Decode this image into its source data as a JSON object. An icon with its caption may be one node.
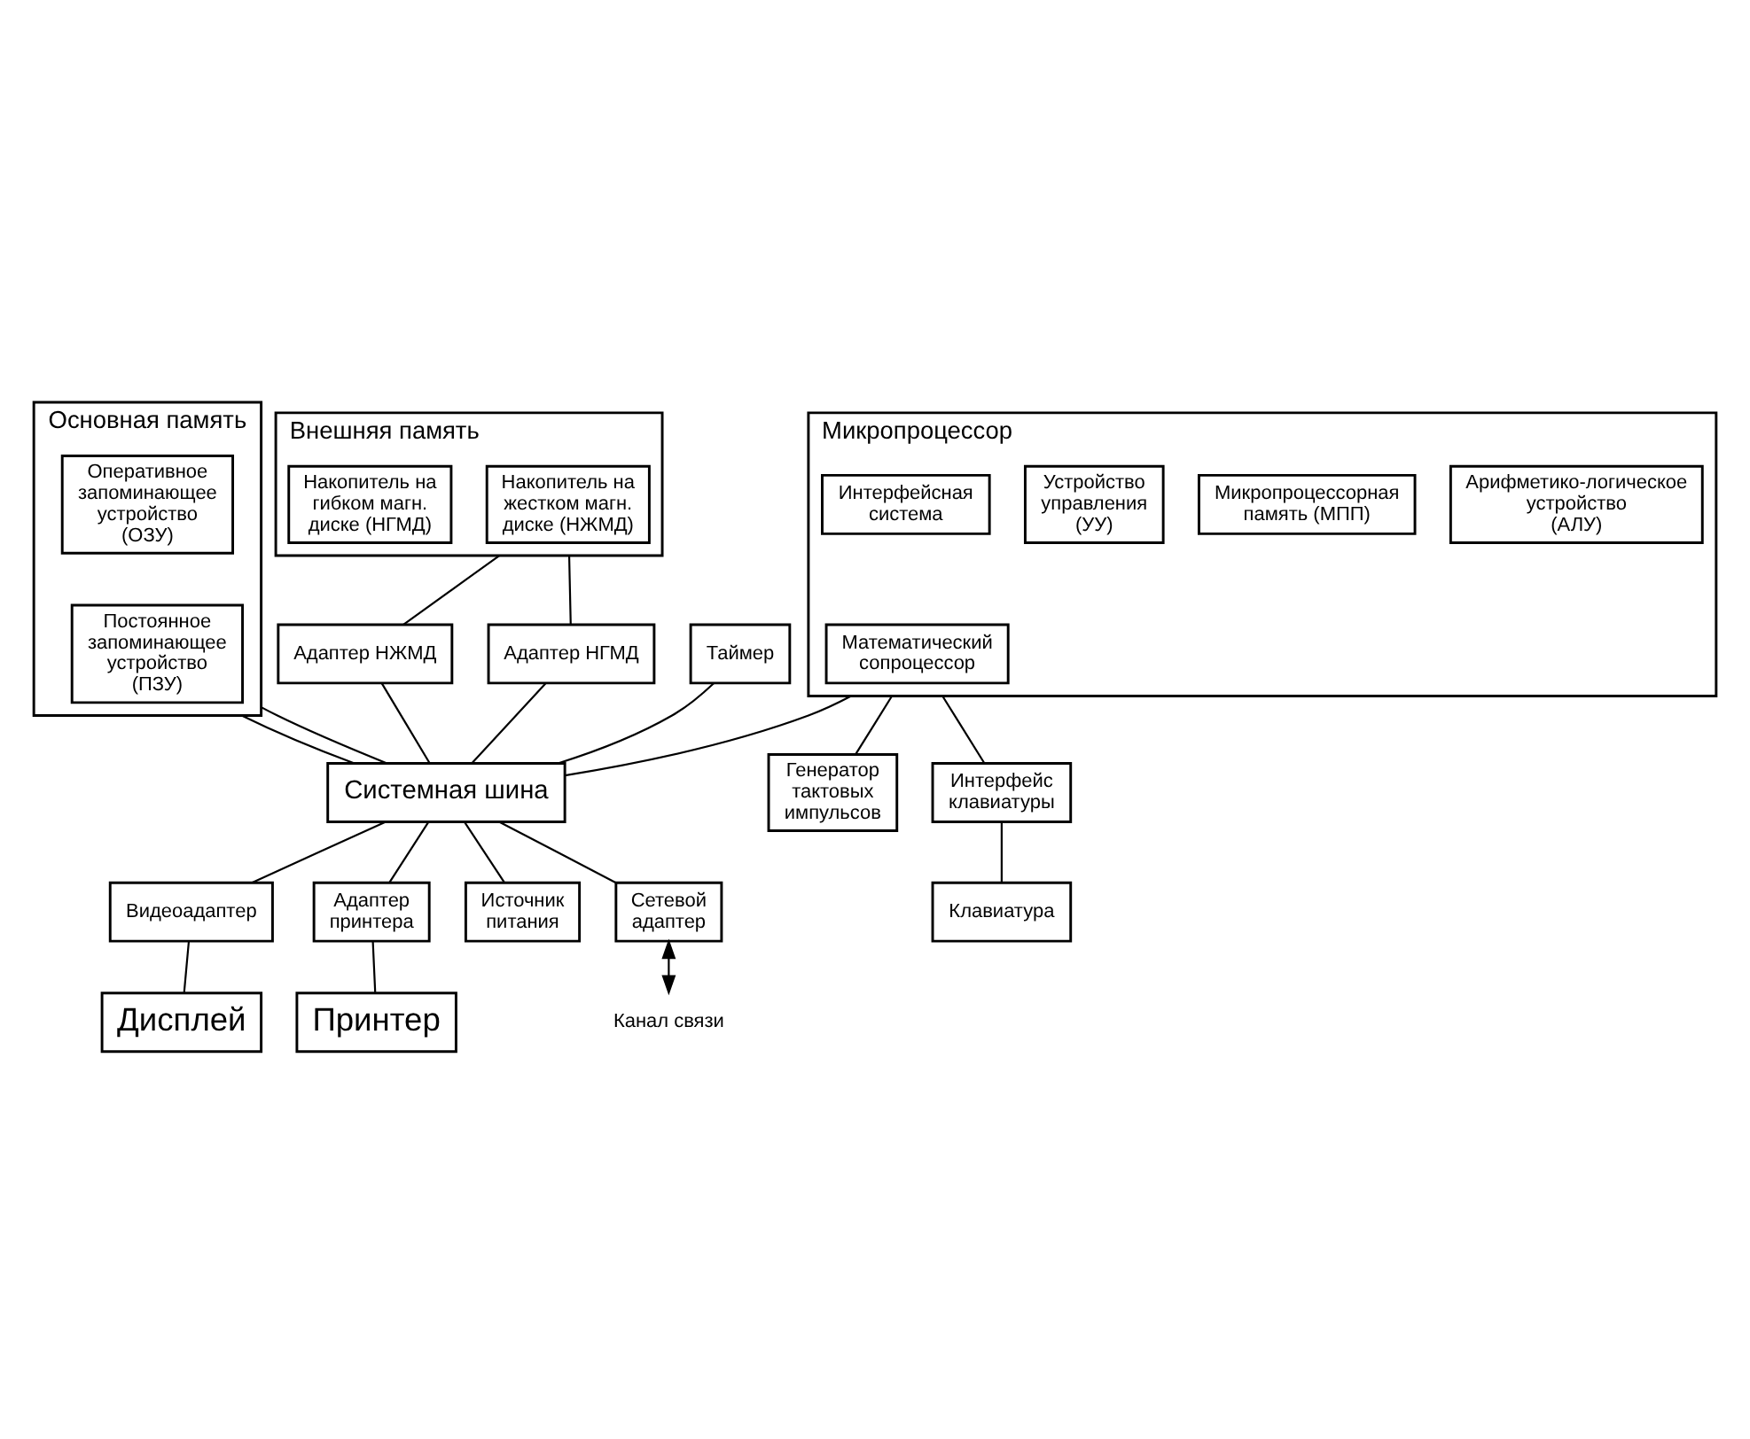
{
  "diagram": {
    "nodes": [
      {
        "text": [
          "Микропроцессор"
        ]
      },
      {
        "text": [
          "Математический сопроцессор"
        ],
        "in": 0
      },
      {
        "text": [
          "Арифметико-логическое устройство (АЛУ)"
        ],
        "in": 0
      },
      {
        "text": [
          "Микропроцессорная память (МПП)"
        ],
        "in": 0
      },
      {
        "text": [
          "Устройство управления (УУ)"
        ],
        "in": 0
      },
      {
        "text": [
          "Интерфейсная система"
        ],
        "in": 0
      },
      {
        "text": [
          "Основная память"
        ]
      },
      {
        "text": [
          "Постоянное запоминающее устройство (ПЗУ)"
        ],
        "in": 6
      },
      {
        "text": [
          "Оперативное запоминающее устройство (ОЗУ)"
        ],
        "in": 6
      },
      {
        "text": [
          "Внешняя память"
        ]
      },
      {
        "text": [
          "Накопитель на жестком магн. диске (НЖМД)"
        ],
        "in": 9
      },
      {
        "text": [
          "Накопитель на гибком магн. диске (НГМД)"
        ],
        "in": 9
      },
      {
        "text": [
          "Адаптер НЖМД"
        ]
      },
      {
        "text": [
          "Адаптер НГМД"
        ]
      },
      {
        "text": [
          "Таймер"
        ]
      },
      {
        "text": [
          "Системная шина"
        ]
      },
      {
        "text": [
          "Видеоадаптер"
        ]
      },
      {
        "text": [
          "Адаптер принтера"
        ]
      },
      {
        "text": [
          "Источник питания"
        ]
      },
      {
        "text": [
          "Сетевой адаптер"
        ]
      },
      {
        "text": [
          "Дисплей"
        ]
      },
      {
        "text": [
          "Принтер"
        ]
      },
      {
        "text": [
          "Канал связи"
        ]
      },
      {
        "text": [
          "Генератор тактовых импульсов"
        ]
      },
      {
        "text": [
          "Интерфейс клавиатуры"
        ]
      },
      {
        "text": [
          "Клавиатура"
        ]
      }
    ],
    "edges": [
      {
        "from": 0,
        "to": 15,
        "arrow": "none"
      },
      {
        "from": 6,
        "to": 15,
        "arrow": "none"
      },
      {
        "from": 6,
        "to": 15,
        "arrow": "none"
      },
      {
        "from": 9,
        "to": 12,
        "arrow": "none"
      },
      {
        "from": 9,
        "to": 13,
        "arrow": "none"
      },
      {
        "from": 12,
        "to": 15,
        "arrow": "none"
      },
      {
        "from": 13,
        "to": 15,
        "arrow": "none"
      },
      {
        "from": 14,
        "to": 15,
        "arrow": "none"
      },
      {
        "from": 15,
        "to": 16,
        "arrow": "none"
      },
      {
        "from": 15,
        "to": 17,
        "arrow": "none"
      },
      {
        "from": 15,
        "to": 18,
        "arrow": "none"
      },
      {
        "from": 15,
        "to": 19,
        "arrow": "none"
      },
      {
        "from": 16,
        "to": 20,
        "arrow": "none"
      },
      {
        "from": 17,
        "to": 21,
        "arrow": "none"
      },
      {
        "from": 19,
        "to": 22,
        "arrow": "both"
      },
      {
        "from": 0,
        "to": 23,
        "arrow": "none"
      },
      {
        "from": 0,
        "to": 24,
        "arrow": "none"
      },
      {
        "from": 24,
        "to": 25,
        "arrow": "none"
      }
    ]
  }
}
